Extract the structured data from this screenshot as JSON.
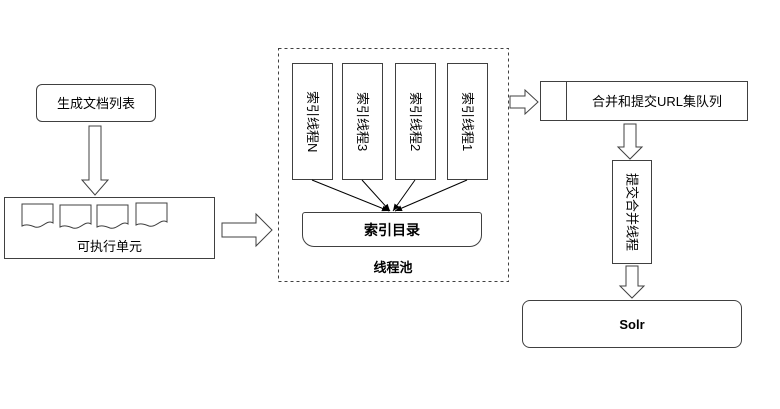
{
  "diagram": {
    "doc_list": "生成文档列表",
    "exec_unit": "可执行单元",
    "thread_pool": "线程池",
    "threads": [
      "索引线程N",
      "索引线程3",
      "索引线程2",
      "索引线程1"
    ],
    "index_dir": "索引目录",
    "merge_queue": "合并和提交URL集队列",
    "merge_thread": "提交合并线程",
    "solr": "Solr"
  },
  "colors": {
    "stroke": "#404040",
    "fill": "#ffffff"
  }
}
